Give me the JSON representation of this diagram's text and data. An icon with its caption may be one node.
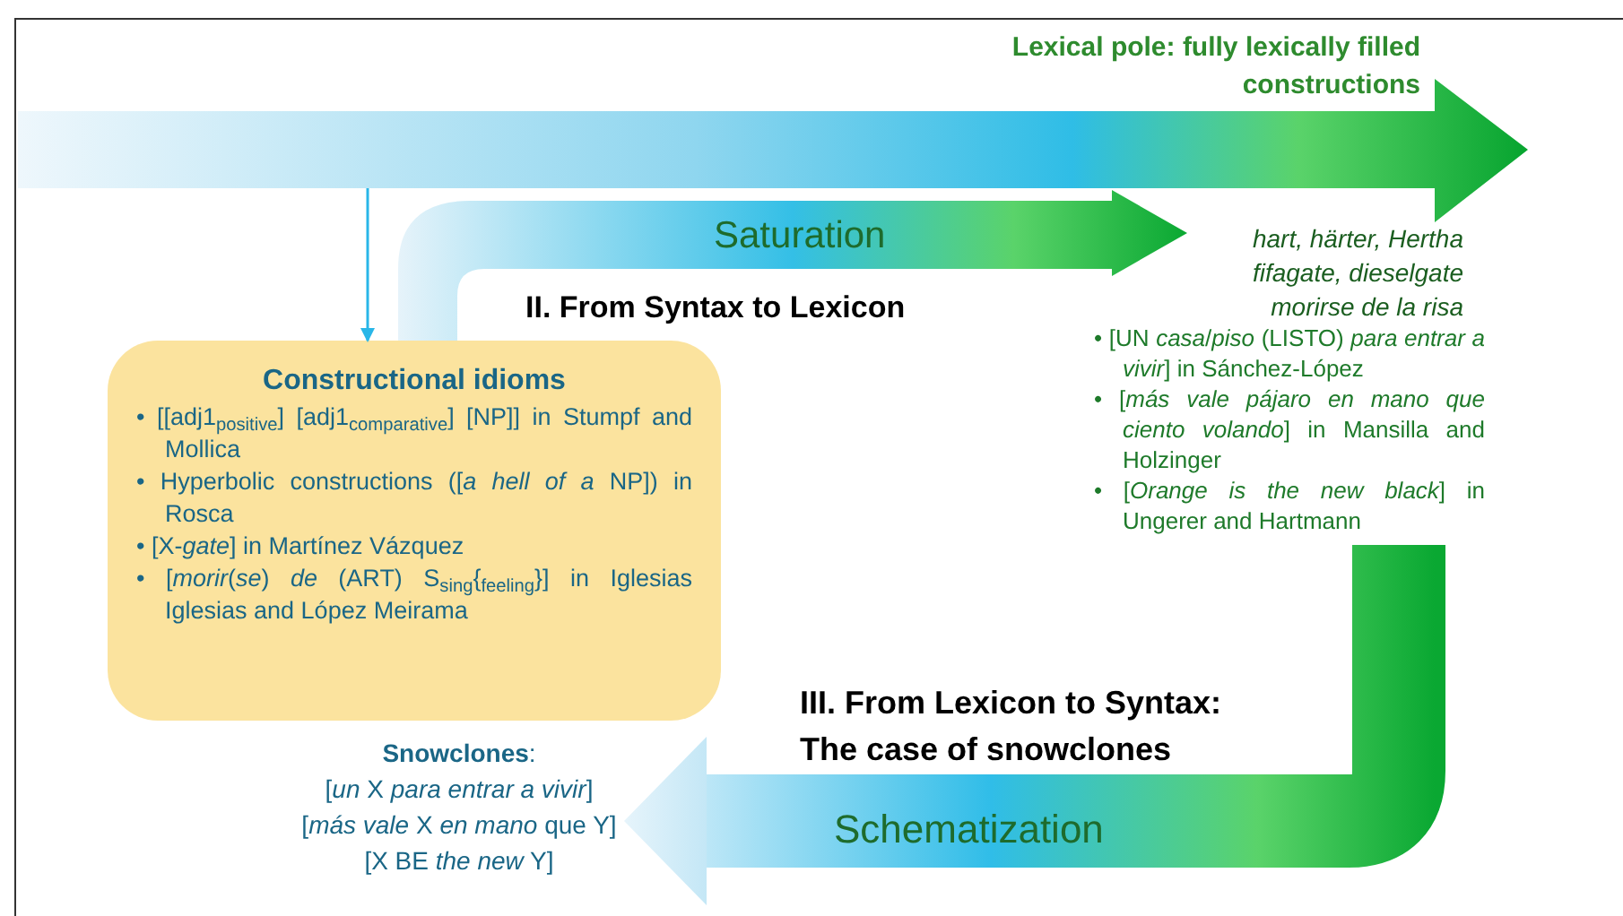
{
  "diagram": {
    "nodes": [
      {
        "text": [],
        "shape": "arrow"
      },
      {
        "text": [
          "Constructional idioms",
          "• [[adj1$_{positive}$] [adj1$_{comparative}$] [NP]] in Stumpf and Mollica",
          "• Hyperbolic constructions ([*a hell of a* NP]) in Rosca",
          "• [X-*gate*] in Martínez Vázquez",
          "• [*morir*(*se*) *de* (ART) S$_{sing}${$_{feeling}$}] in Iglesias Iglesias and López Meirama"
        ]
      },
      {
        "text": [
          "**Snowclones**:",
          "[*un* X *para entrar a vivir*]",
          "[*más vale* X *en mano* que Y]",
          "[X BE *the new* Y]"
        ]
      },
      {
        "text": [
          "• [UN *casa*/*piso* (LISTO) *para entrar a vivir*] in Sánchez-López",
          "• [*más vale pájaro en mano que ciento volando*] in Mansilla and Holzinger",
          "• [*Orange is the new black*] in Ungerer and Hartmann"
        ]
      }
    ],
    "edges": [
      {
        "from": 0,
        "to": 1,
        "arrow": "to"
      },
      {
        "from": 1,
        "to": null,
        "arrow": "to",
        "label": "Saturation",
        "style": "thick"
      },
      {
        "from": 3,
        "to": 2,
        "arrow": "to",
        "label": "Schematization",
        "style": "thick"
      }
    ],
    "labels": [
      "Lexical pole: fully lexically filled constructions",
      "hart, härter, Hertha",
      "fifagate, dieselgate",
      "morirse de la risa",
      "II. From Syntax to Lexicon",
      "III. From Lexicon to Syntax: The case of snowclones"
    ]
  }
}
